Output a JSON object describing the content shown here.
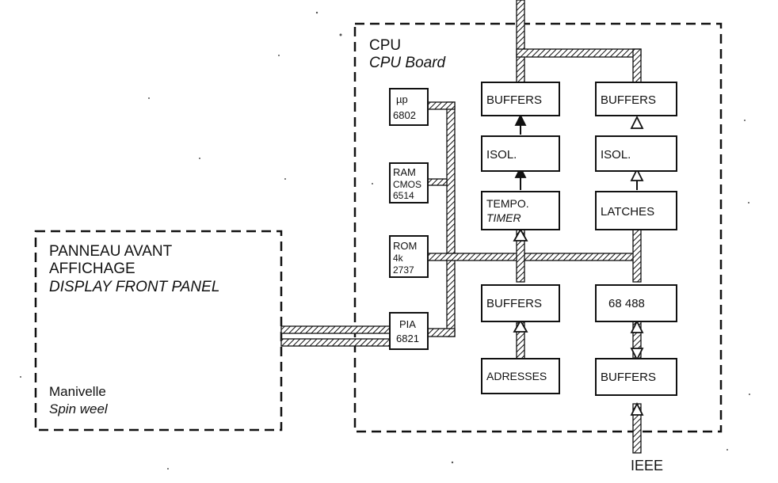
{
  "cpu": {
    "title": "CPU",
    "subtitle": "CPU Board"
  },
  "front_panel": {
    "line1": "PANNEAU AVANT",
    "line2": "AFFICHAGE",
    "line3": "DISPLAY FRONT PANEL",
    "line4": "Manivelle",
    "line5": "Spin weel"
  },
  "chips": {
    "up": [
      "µp",
      "6802"
    ],
    "ram": [
      "RAM",
      "CMOS",
      "6514"
    ],
    "rom": [
      "ROM",
      "4k",
      "2737"
    ],
    "pia": [
      "PIA",
      "6821"
    ]
  },
  "left_col": {
    "buffers_top": "BUFFERS",
    "isol": "ISOL.",
    "tempo": "TEMPO.",
    "timer": "TIMER",
    "buffers_mid": "BUFFERS",
    "adresses": "ADRESSES"
  },
  "right_col": {
    "buffers_top": "BUFFERS",
    "isol": "ISOL.",
    "latches": "LATCHES",
    "chip": "68 488",
    "buffers_bot": "BUFFERS"
  },
  "ieee": "IEEE"
}
